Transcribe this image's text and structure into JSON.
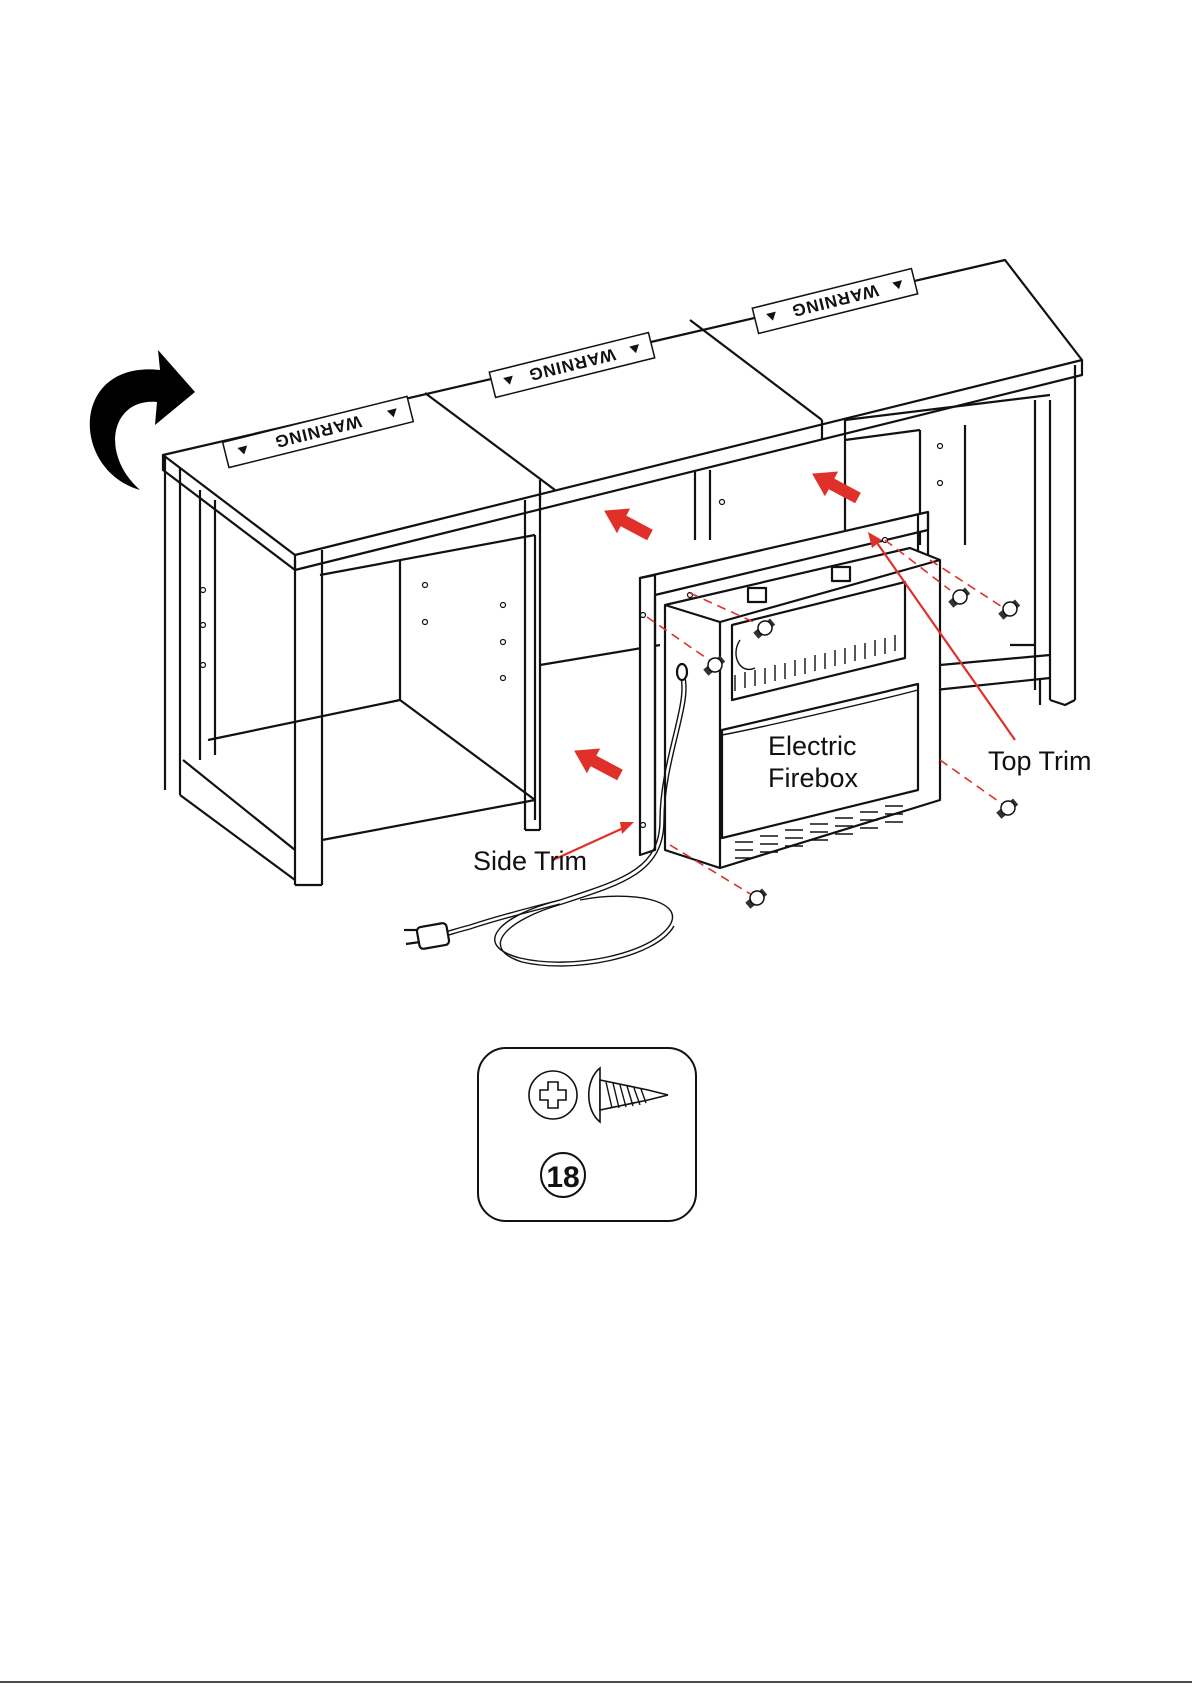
{
  "labels": {
    "electric": "Electric",
    "firebox": "Firebox",
    "top_trim": "Top Trim",
    "side_trim": "Side Trim",
    "warning": "WARNING"
  },
  "hardware": {
    "part_number": "18"
  },
  "colors": {
    "accent_red": "#e0302a",
    "line": "#111111"
  },
  "icons": {
    "rotate": "curved-arrow-icon",
    "screw": "screw-icon",
    "phillips": "phillips-head-icon",
    "plug": "power-plug-icon"
  }
}
